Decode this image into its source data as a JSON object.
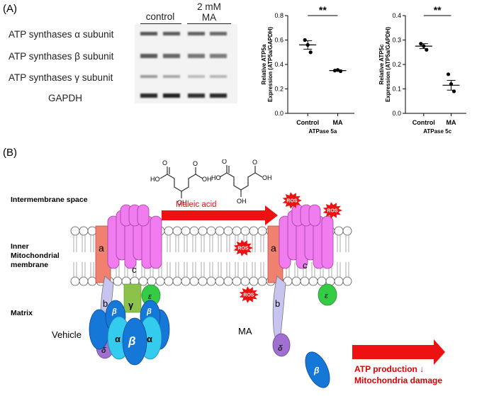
{
  "panel_a": {
    "label": "(A)",
    "blot": {
      "header_control": "control",
      "header_ma_line1": "2 mM",
      "header_ma_line2": "MA",
      "rows": [
        "ATP synthases α subunit",
        "ATP synthases β subunit",
        "ATP synthases γ subunit",
        "GAPDH"
      ]
    }
  },
  "chart_data": [
    {
      "type": "scatter",
      "title": "",
      "xlabel": "ATPase 5a",
      "ylabel": "Relative ATP5a Expression (ATP5a/GAPDH)",
      "ylabel_line1": "Relative ATP5a",
      "ylabel_line2": "Expression (ATP5a/GAPDH)",
      "categories": [
        "Control",
        "MA"
      ],
      "ylim": [
        0.0,
        0.8
      ],
      "yticks": [
        "0.0",
        "0.2",
        "0.4",
        "0.6",
        "0.8"
      ],
      "ytick_values": [
        0.0,
        0.2,
        0.4,
        0.6,
        0.8
      ],
      "points": {
        "Control": [
          0.6,
          0.56,
          0.5
        ],
        "MA": [
          0.35,
          0.355,
          0.345
        ]
      },
      "mean": {
        "Control": 0.56,
        "MA": 0.35
      },
      "sem": {
        "Control": 0.035,
        "MA": 0.006
      },
      "significance": "**"
    },
    {
      "type": "scatter",
      "title": "",
      "xlabel": "ATPase 5c",
      "ylabel": "Relative ATP5c Expression (ATP5a/GAPDH)",
      "ylabel_line1": "Relative ATP5c",
      "ylabel_line2": "Expression (ATP5a/GAPDH)",
      "categories": [
        "Control",
        "MA"
      ],
      "ylim": [
        0.0,
        0.4
      ],
      "yticks": [
        "0.0",
        "0.1",
        "0.2",
        "0.3",
        "0.4"
      ],
      "ytick_values": [
        0.0,
        0.1,
        0.2,
        0.3,
        0.4
      ],
      "points": {
        "Control": [
          0.285,
          0.275,
          0.26
        ],
        "MA": [
          0.16,
          0.12,
          0.09
        ]
      },
      "mean": {
        "Control": 0.275,
        "MA": 0.115
      },
      "sem": {
        "Control": 0.01,
        "MA": 0.02
      },
      "significance": "**"
    }
  ],
  "panel_b": {
    "label": "(B)",
    "regions": {
      "intermembrane": "Intermembrane space",
      "inner_line1": "Inner",
      "inner_line2": "Mitochondrial",
      "inner_line3": "membrane",
      "matrix": "Matrix"
    },
    "conditions": {
      "left": "Vehicle",
      "right": "MA"
    },
    "arrow_label": "Maleic acid",
    "ros": "ROS",
    "subunits": {
      "a": "a",
      "b": "b",
      "c": "c",
      "gamma": "γ",
      "epsilon": "ε",
      "delta": "δ",
      "alpha": "α",
      "beta": "β"
    },
    "molecule": {
      "ho": "HO",
      "oh": "OH",
      "o": "O"
    },
    "outcome_line1": "ATP production ↓",
    "outcome_line2": "Mitochondria damage",
    "colors": {
      "red": "#ee1111",
      "a_subunit": "#f08070",
      "c_ring": "#f07cf0",
      "b_stalk": "#c8c4f0",
      "gamma": "#8bc34a",
      "epsilon": "#33cc44",
      "delta": "#a070d0",
      "alpha": "#33ccee",
      "beta": "#1577d8"
    }
  }
}
